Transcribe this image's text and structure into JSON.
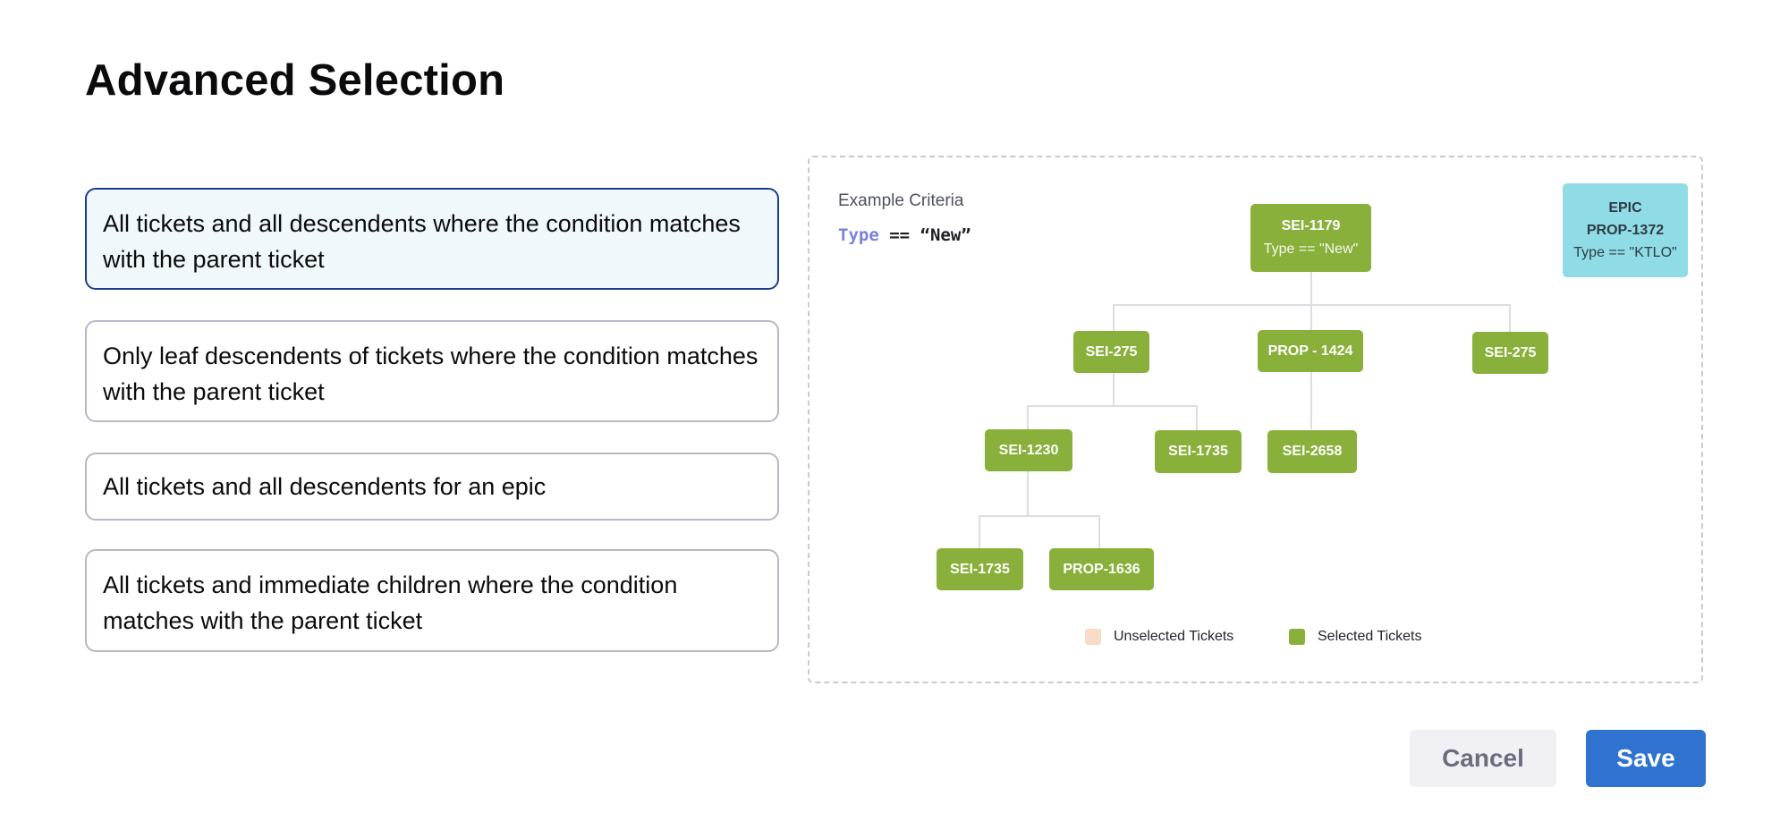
{
  "dialog": {
    "title": "Advanced Selection"
  },
  "options": [
    {
      "label": "All tickets and all descendents where the condition matches with the parent ticket",
      "selected": true
    },
    {
      "label": "Only leaf descendents of tickets where the condition matches with the parent ticket",
      "selected": false
    },
    {
      "label": "All tickets and all descendents for an epic",
      "selected": false
    },
    {
      "label": "All tickets and immediate children where the condition matches with the parent ticket",
      "selected": false
    }
  ],
  "example": {
    "criteria_label": "Example Criteria",
    "criteria_keyword": "Type",
    "criteria_rest": " == “New”",
    "root": {
      "id": "SEI-1179",
      "condition": "Type == \"New\""
    },
    "epic": {
      "tag": "EPIC",
      "id": "PROP-1372",
      "condition": "Type == \"KTLO\""
    },
    "level1": [
      "SEI-275",
      "PROP - 1424",
      "SEI-275"
    ],
    "level2": [
      "SEI-1230",
      "SEI-1735",
      "SEI-2658"
    ],
    "level3": [
      "SEI-1735",
      "PROP-1636"
    ],
    "legend": {
      "unselected": "Unselected Tickets",
      "selected": "Selected Tickets"
    },
    "colors": {
      "selected": "#88b03a",
      "unselected": "#f8dcc5",
      "epic": "#8fdce6"
    }
  },
  "actions": {
    "cancel": "Cancel",
    "save": "Save"
  }
}
